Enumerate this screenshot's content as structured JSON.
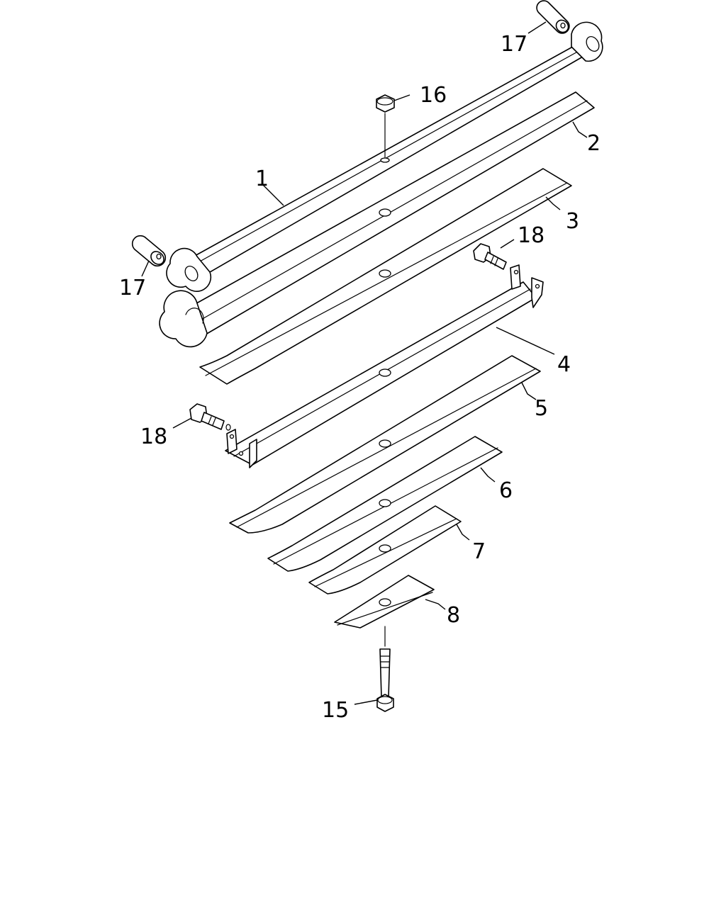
{
  "callouts": {
    "c1": "1",
    "c2": "2",
    "c3": "3",
    "c4": "4",
    "c5": "5",
    "c6": "6",
    "c7": "7",
    "c8": "8",
    "c15": "15",
    "c16": "16",
    "c17_top": "17",
    "c17_left": "17",
    "c18_top": "18",
    "c18_left": "18"
  }
}
